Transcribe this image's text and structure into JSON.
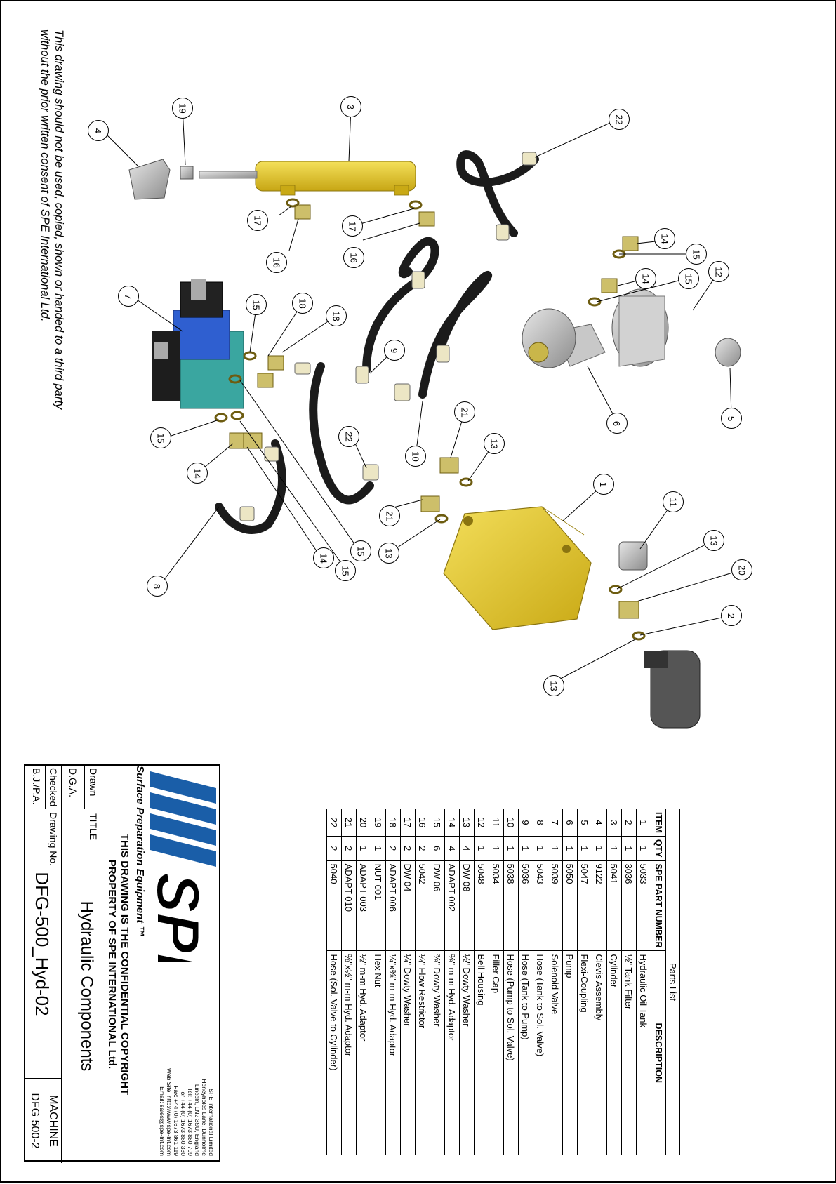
{
  "copyright_notice": {
    "line1": "This drawing should not be used, copied, shown or handed to a third party",
    "line2": "without the prior written consent of SPE International Ltd."
  },
  "parts_list": {
    "caption": "Parts List",
    "headers": {
      "item": "ITEM",
      "qty": "QTY",
      "part_number": "SPE PART NUMBER",
      "description": "DESCRIPTION"
    },
    "rows": [
      {
        "item": "1",
        "qty": "1",
        "part_number": "5033",
        "description": "Hydraulic Oil Tank"
      },
      {
        "item": "2",
        "qty": "1",
        "part_number": "3036",
        "description": "½\" Tank Filter"
      },
      {
        "item": "3",
        "qty": "1",
        "part_number": "5041",
        "description": "Cylinder"
      },
      {
        "item": "4",
        "qty": "1",
        "part_number": "9122",
        "description": "Clevis Assembly"
      },
      {
        "item": "5",
        "qty": "1",
        "part_number": "5047",
        "description": "Flexi-Coupling"
      },
      {
        "item": "6",
        "qty": "1",
        "part_number": "5050",
        "description": "Pump"
      },
      {
        "item": "7",
        "qty": "1",
        "part_number": "5039",
        "description": "Solenoid Valve"
      },
      {
        "item": "8",
        "qty": "1",
        "part_number": "5043",
        "description": "Hose (Tank to Sol. Valve)"
      },
      {
        "item": "9",
        "qty": "1",
        "part_number": "5036",
        "description": "Hose (Tank to Pump)"
      },
      {
        "item": "10",
        "qty": "1",
        "part_number": "5038",
        "description": "Hose (Pump to Sol. Valve)"
      },
      {
        "item": "11",
        "qty": "1",
        "part_number": "5034",
        "description": "Filler Cap"
      },
      {
        "item": "12",
        "qty": "1",
        "part_number": "5048",
        "description": "Bell Housing"
      },
      {
        "item": "13",
        "qty": "4",
        "part_number": "DW 08",
        "description": "½\" Dowty Washer"
      },
      {
        "item": "14",
        "qty": "4",
        "part_number": "ADAPT 002",
        "description": "⅜\" m-m Hyd. Adaptor"
      },
      {
        "item": "15",
        "qty": "6",
        "part_number": "DW 06",
        "description": "⅜\" Dowty Washer"
      },
      {
        "item": "16",
        "qty": "2",
        "part_number": "5042",
        "description": "¼\" Flow Restrictor"
      },
      {
        "item": "17",
        "qty": "2",
        "part_number": "DW 04",
        "description": "¼\" Dowty Washer"
      },
      {
        "item": "18",
        "qty": "2",
        "part_number": "ADAPT 006",
        "description": "¼\"x⅜\" m-m Hyd. Adaptor"
      },
      {
        "item": "19",
        "qty": "1",
        "part_number": "NUT 001",
        "description": "Hex Nut"
      },
      {
        "item": "20",
        "qty": "1",
        "part_number": "ADAPT 003",
        "description": "½\" m-m Hyd. Adaptor"
      },
      {
        "item": "21",
        "qty": "2",
        "part_number": "ADAPT 010",
        "description": "⅜\"x½\" m-m Hyd. Adaptor"
      },
      {
        "item": "22",
        "qty": "2",
        "part_number": "5040",
        "description": "Hose (Sol. Valve to Cylinder)"
      }
    ]
  },
  "title_block": {
    "logo_text": "SPE",
    "tagline": "Surface Preparation Equipment ™",
    "company_address": [
      "SPE International Limited",
      "Honeyholes Lane, Dunholme",
      "Lincoln, LN2 3SU, England",
      "Tel: +44 (0) 1673 860 709",
      "or +44 (0) 1673 860 330",
      "Fax: +44 (0) 1673 861 119",
      "Web Site: http://www.spe-Int.com",
      "Email: sales@spe-Int.com"
    ],
    "confidential_line1": "THIS DRAWING IS THE CONFIDENTIAL COPYRIGHT",
    "confidential_line2": "PROPERTY OF SPE INTERNATIONAL Ltd.",
    "drawn_label": "Drawn",
    "drawn_by": "D.G.A.",
    "checked_label": "Checked",
    "checked_by": "B.J./P.A.",
    "title_label": "TITLE",
    "title": "Hydraulic Components",
    "drawing_no_label": "Drawing No.",
    "drawing_no": "DFG-500_Hyd-02",
    "machine_label": "MACHINE",
    "machine": "DFG 500-2"
  },
  "balloons": [
    "1",
    "2",
    "3",
    "4",
    "5",
    "6",
    "7",
    "8",
    "9",
    "10",
    "11",
    "12",
    "13",
    "13",
    "13",
    "13",
    "14",
    "14",
    "14",
    "14",
    "15",
    "15",
    "15",
    "15",
    "15",
    "15",
    "16",
    "16",
    "17",
    "17",
    "18",
    "18",
    "19",
    "20",
    "21",
    "21",
    "22",
    "22"
  ],
  "colors": {
    "tank_yellow": "#e8cc2c",
    "logo_blue": "#1a5ea8",
    "valve_blue": "#2f5fd0",
    "valve_teal": "#3aa6a0",
    "hose_black": "#1b1b1b",
    "fitting_brass": "#cdbf6a",
    "metal_grey": "#9a9a9a"
  }
}
